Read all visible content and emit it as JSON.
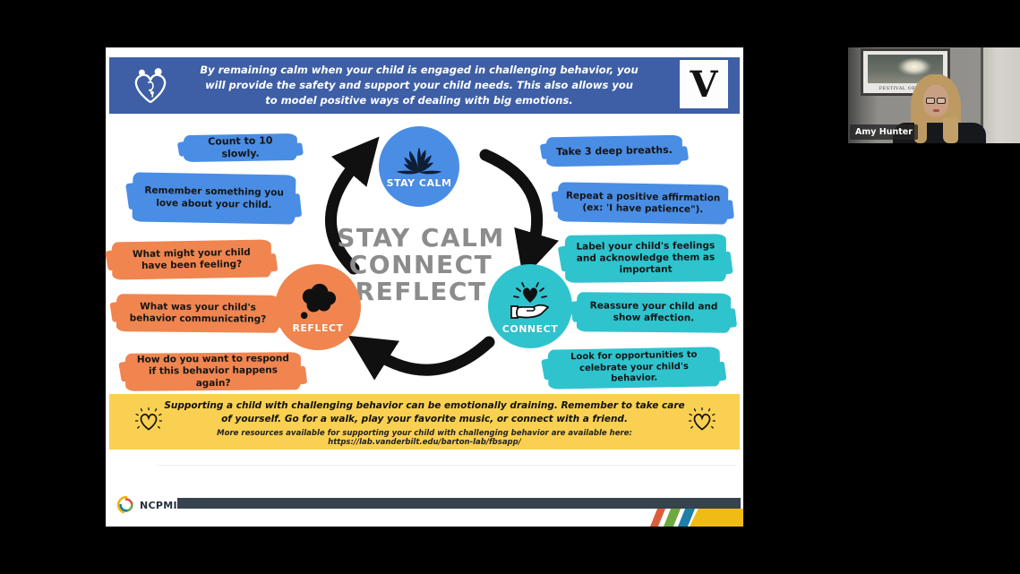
{
  "colors": {
    "header_banner_blue": "#3e5fa5",
    "highlight_blue": "#4a8de4",
    "highlight_orange": "#f0854f",
    "highlight_teal": "#2fc3ce",
    "footer_banner_yellow": "#f9d052",
    "center_title_gray": "#8c8c8c",
    "footer_bar_navy": "#36424e"
  },
  "webcam": {
    "name_label": "Amy Hunter",
    "poster_caption": "FESTIVAL OF ARTS"
  },
  "slide": {
    "header_banner": {
      "text": "By remaining calm when your child is engaged in challenging behavior, you will provide the safety and support your child needs. This also allows you to model positive ways of dealing with big emotions.",
      "vanderbilt_letter": "V"
    },
    "center_title": {
      "line1": "STAY CALM",
      "line2": "CONNECT",
      "line3": "REFLECT"
    },
    "nodes": {
      "stay_calm": "STAY CALM",
      "connect": "CONNECT",
      "reflect": "REFLECT"
    },
    "tips": {
      "count": "Count to 10 slowly.",
      "remember": "Remember something you love about your child.",
      "breaths": "Take 3 deep breaths.",
      "affirmation": "Repeat a positive affirmation (ex: 'I have patience\").",
      "feeling": "What might your child have been feeling?",
      "communicating": "What was your child's behavior communicating?",
      "respond": "How do you want to respond if this behavior happens again?",
      "label_feelings": "Label your child's feelings and acknowledge them as important",
      "reassure": "Reassure your child and show affection.",
      "celebrate": "Look for opportunities to celebrate your child's behavior."
    },
    "footer_banner": {
      "main": "Supporting a child with challenging behavior can be emotionally draining. Remember to take care of yourself. Go for a walk, play your favorite music, or connect with a friend.",
      "resources": "More resources available for supporting your child with challenging behavior are available here: https://lab.vanderbilt.edu/barton-lab/fbsapp/"
    },
    "footer": {
      "logo_text": "NCPMI"
    }
  }
}
